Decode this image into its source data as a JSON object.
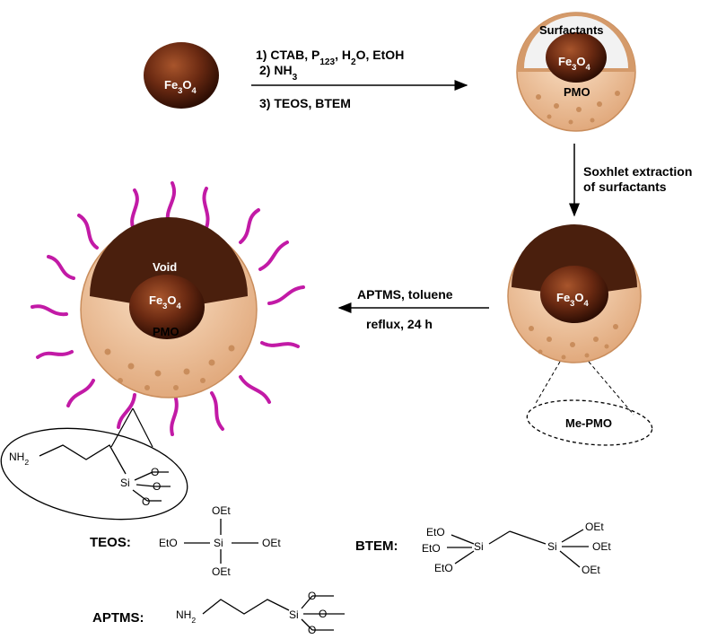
{
  "core": {
    "formula": "Fe3O4"
  },
  "labels": {
    "surfactants": "Surfactants",
    "pmo": "PMO",
    "void": "Void",
    "me_pmo": "Me-PMO"
  },
  "steps": {
    "step1a": "1) CTAB, P123, H2O, EtOH",
    "step1b": "2) NH3",
    "step1c": "3) TEOS, BTEM",
    "extraction_a": "Soxhlet extraction",
    "extraction_b": "of surfactants",
    "aptms_a": "APTMS, toluene",
    "aptms_b": "reflux, 24 h"
  },
  "structures": {
    "teos_label": "TEOS:",
    "btem_label": "BTEM:",
    "aptms_label": "APTMS:",
    "oet": "OEt",
    "eto": "EtO",
    "si": "Si",
    "nh2": "NH2"
  },
  "colors": {
    "shell": "#f2c9a2",
    "core": "#6b2a12",
    "surfactant": "#f2f2f2",
    "amine_tail": "#c21aa6"
  }
}
